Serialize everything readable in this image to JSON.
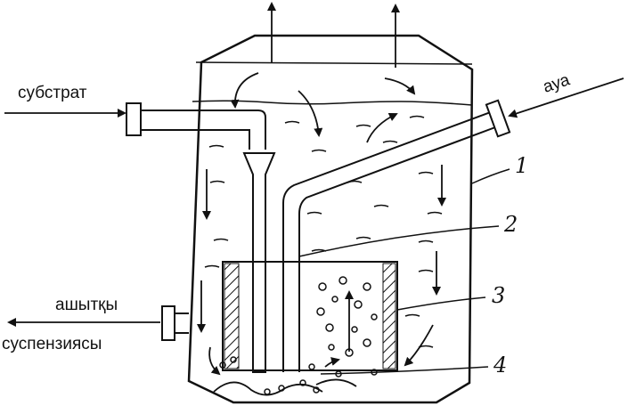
{
  "labels": {
    "substrate": "субстрат",
    "air": "ауа",
    "outlet_line1": "ашытқы",
    "outlet_line2": "суспензиясы"
  },
  "callouts": [
    "1",
    "2",
    "3",
    "4"
  ],
  "colors": {
    "ink": "#111111",
    "background": "#ffffff"
  }
}
